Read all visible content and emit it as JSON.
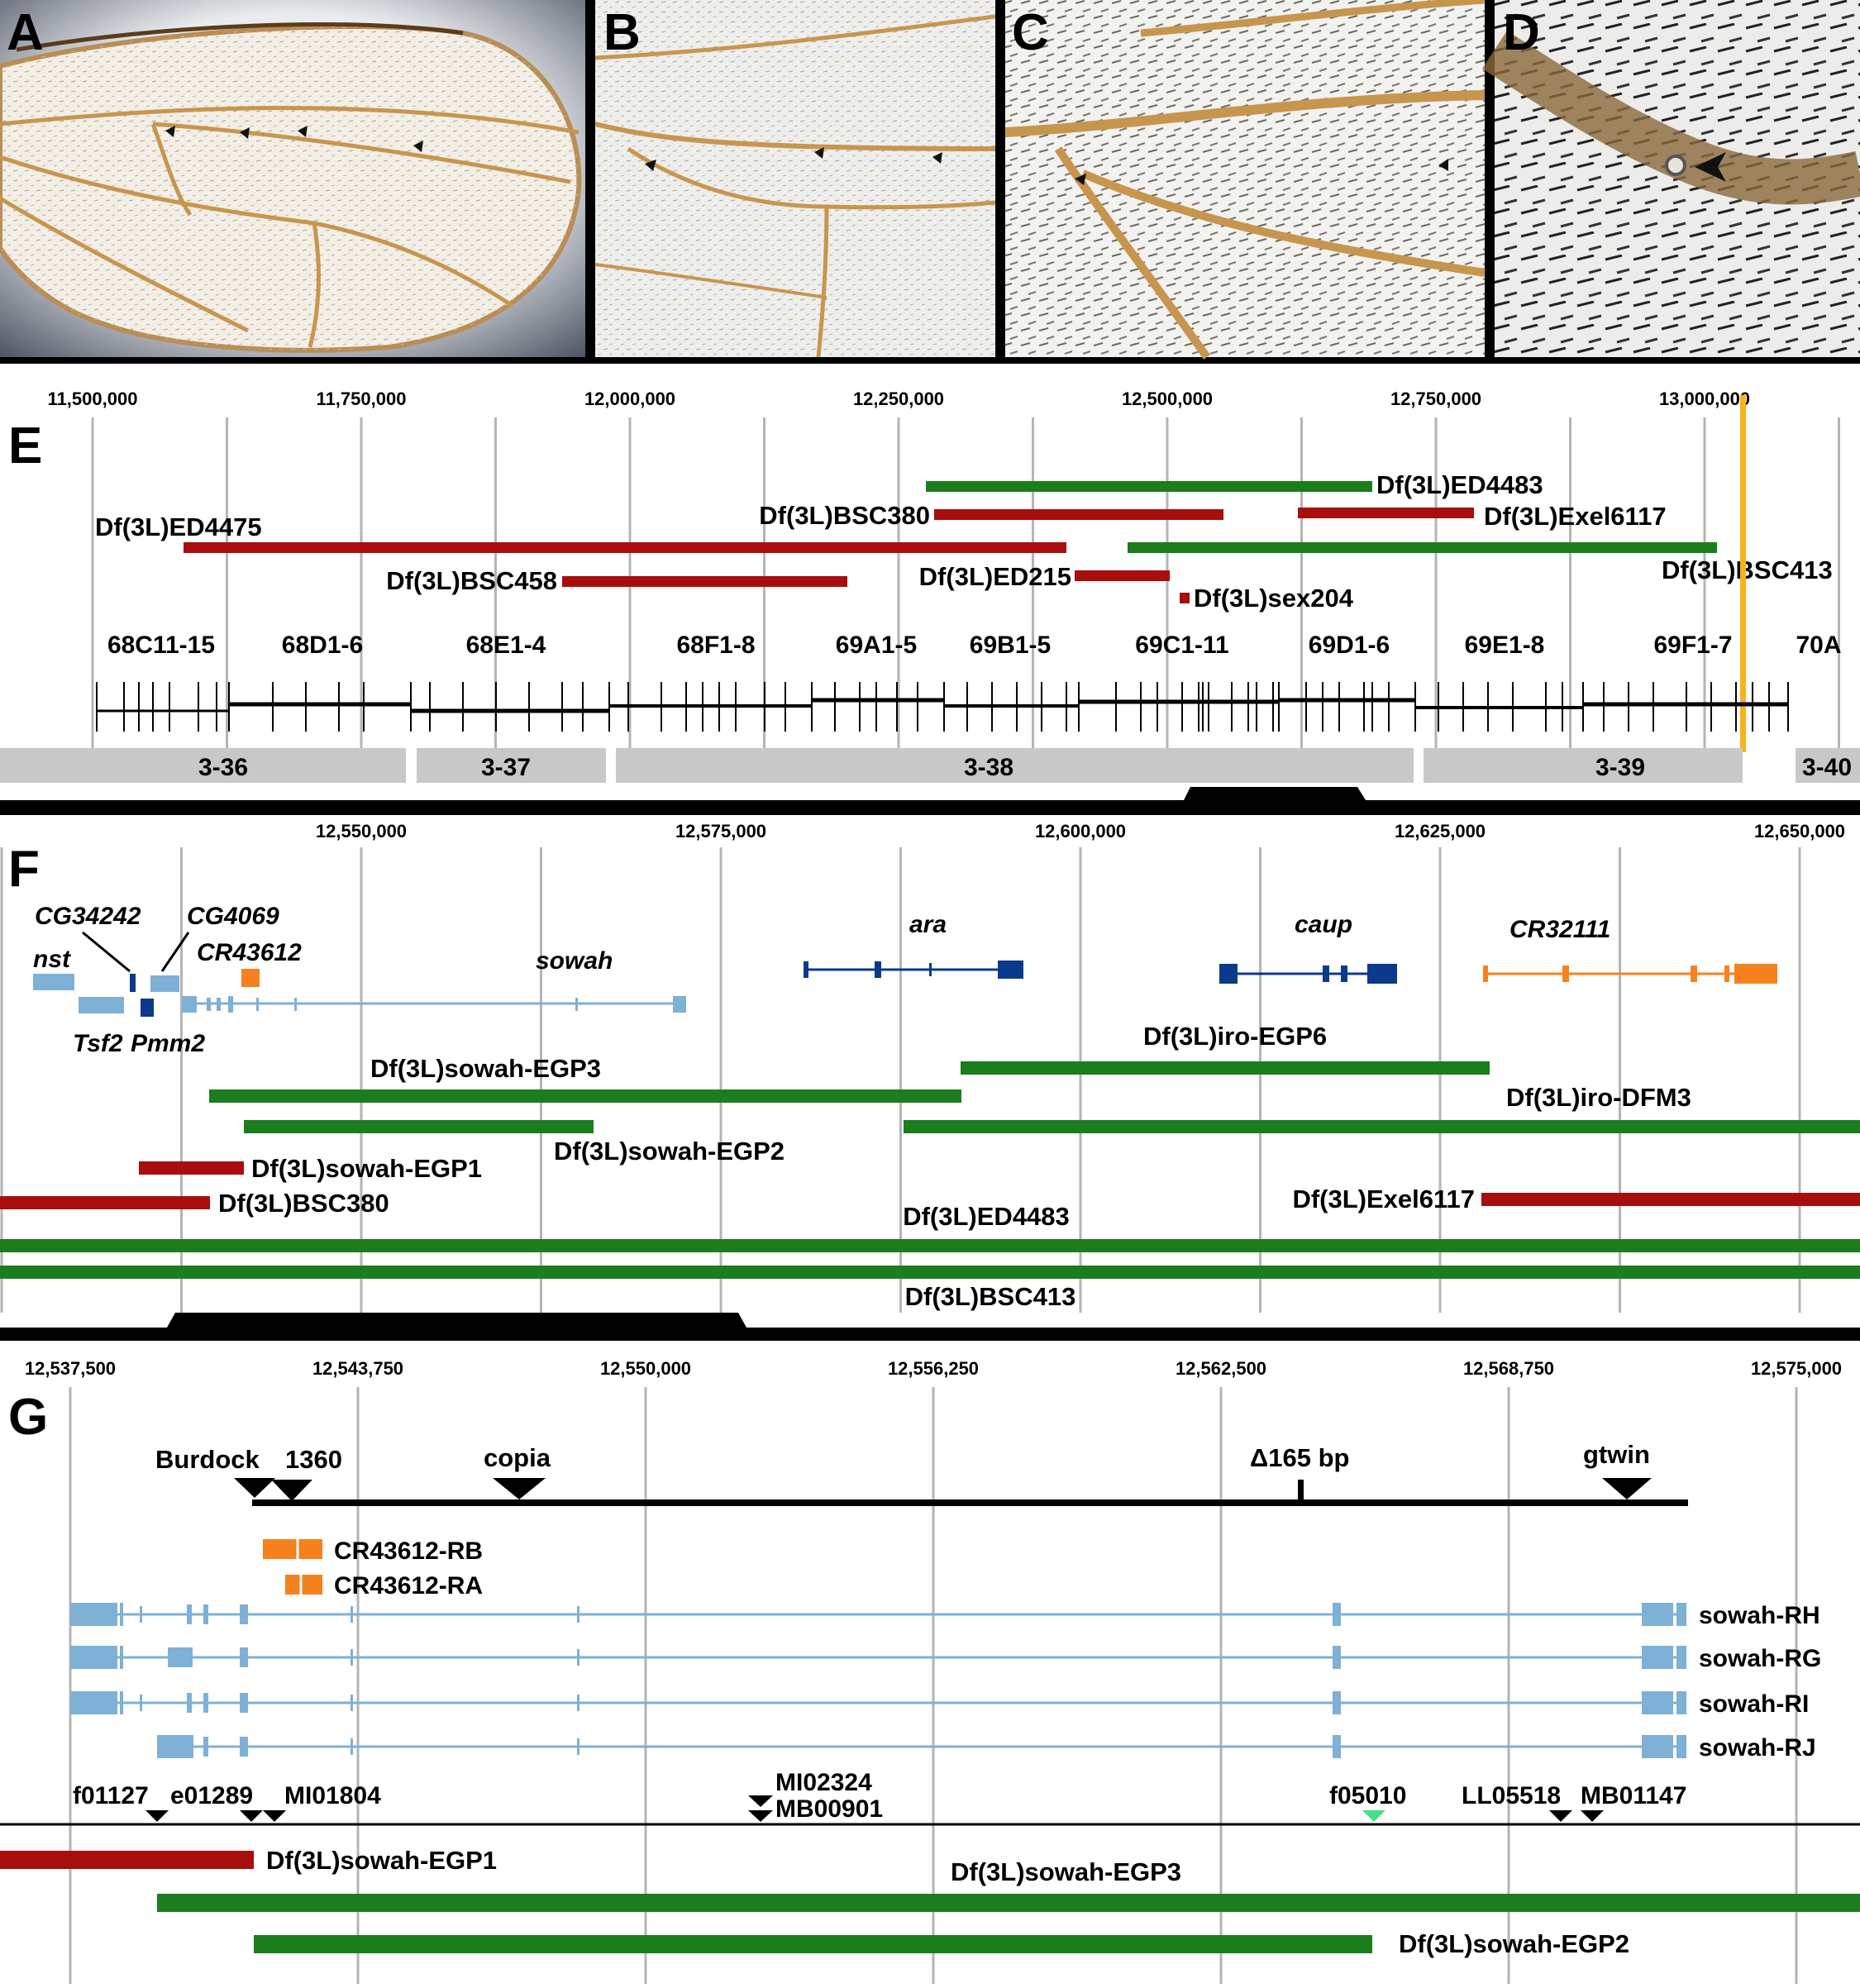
{
  "panel_labels": [
    "A",
    "B",
    "C",
    "D",
    "E",
    "F",
    "G"
  ],
  "colors": {
    "deficiency_red": "#a80e0e",
    "deficiency_green": "#1b7d1b",
    "gene_light_blue": "#7fb0d6",
    "gene_dark_blue": "#0b3a8c",
    "gene_orange": "#f5821f",
    "marker_yellow": "#f7b21c",
    "cyto_band_gray": "#c8c8c8",
    "insertion_green": "#44e084"
  },
  "panel_e": {
    "axis_ticks": [
      "11,500,000",
      "11,750,000",
      "12,000,000",
      "12,250,000",
      "12,500,000",
      "12,750,000",
      "13,000,000"
    ],
    "deficiencies": [
      {
        "name": "Df(3L)ED4483",
        "color": "green",
        "start": 12275000,
        "end": 12695000
      },
      {
        "name": "Df(3L)BSC380",
        "color": "red",
        "start": 12285000,
        "end": 12555000
      },
      {
        "name": "Df(3L)Exel6117",
        "color": "red",
        "start": 12630000,
        "end": 12795000
      },
      {
        "name": "Df(3L)ED4475",
        "color": "red",
        "start": 11585000,
        "end": 12405000
      },
      {
        "name": "Df(3L)BSC413",
        "color": "green",
        "start": 12470000,
        "end": 13020000
      },
      {
        "name": "Df(3L)BSC458",
        "color": "red",
        "start": 11940000,
        "end": 12205000
      },
      {
        "name": "Df(3L)ED215",
        "color": "red",
        "start": 12410000,
        "end": 12500000
      },
      {
        "name": "Df(3L)sex204",
        "color": "red",
        "start": 12510000,
        "end": 12520000
      }
    ],
    "cyto_labels": [
      "68C11-15",
      "68D1-6",
      "68E1-4",
      "68F1-8",
      "69A1-5",
      "69B1-5",
      "69C1-11",
      "69D1-6",
      "69E1-8",
      "69F1-7",
      "70A"
    ],
    "recombination_bins": [
      "3-36",
      "3-37",
      "3-38",
      "3-39",
      "3-40"
    ]
  },
  "panel_f": {
    "axis_ticks": [
      "12,550,000",
      "12,575,000",
      "12,600,000",
      "12,625,000",
      "12,650,000"
    ],
    "genes": [
      "nst",
      "CG34242",
      "CG4069",
      "CR43612",
      "sowah",
      "ara",
      "caup",
      "CR32111",
      "Tsf2",
      "Pmm2"
    ],
    "deficiencies": [
      {
        "name": "Df(3L)iro-EGP6",
        "color": "green"
      },
      {
        "name": "Df(3L)sowah-EGP3",
        "color": "green"
      },
      {
        "name": "Df(3L)iro-DFM3",
        "color": "green"
      },
      {
        "name": "Df(3L)sowah-EGP2",
        "color": "green"
      },
      {
        "name": "Df(3L)sowah-EGP1",
        "color": "red"
      },
      {
        "name": "Df(3L)BSC380",
        "color": "red"
      },
      {
        "name": "Df(3L)Exel6117",
        "color": "red"
      },
      {
        "name": "Df(3L)ED4483",
        "color": "green"
      },
      {
        "name": "Df(3L)BSC413",
        "color": "green"
      }
    ]
  },
  "panel_g": {
    "axis_ticks": [
      "12,537,500",
      "12,543,750",
      "12,550,000",
      "12,556,250",
      "12,562,500",
      "12,568,750",
      "12,575,000"
    ],
    "features": [
      "Burdock",
      "1360",
      "copia",
      "Δ165 bp",
      "gtwin"
    ],
    "transcripts": [
      "CR43612-RB",
      "CR43612-RA",
      "sowah-RH",
      "sowah-RG",
      "sowah-RI",
      "sowah-RJ"
    ],
    "insertions": [
      "f01127",
      "e01289",
      "MI01804",
      "MI02324",
      "MB00901",
      "f05010",
      "LL05518",
      "MB01147"
    ],
    "deficiencies": [
      {
        "name": "Df(3L)sowah-EGP1",
        "color": "red"
      },
      {
        "name": "Df(3L)sowah-EGP3",
        "color": "green"
      },
      {
        "name": "Df(3L)sowah-EGP2",
        "color": "green"
      }
    ]
  }
}
